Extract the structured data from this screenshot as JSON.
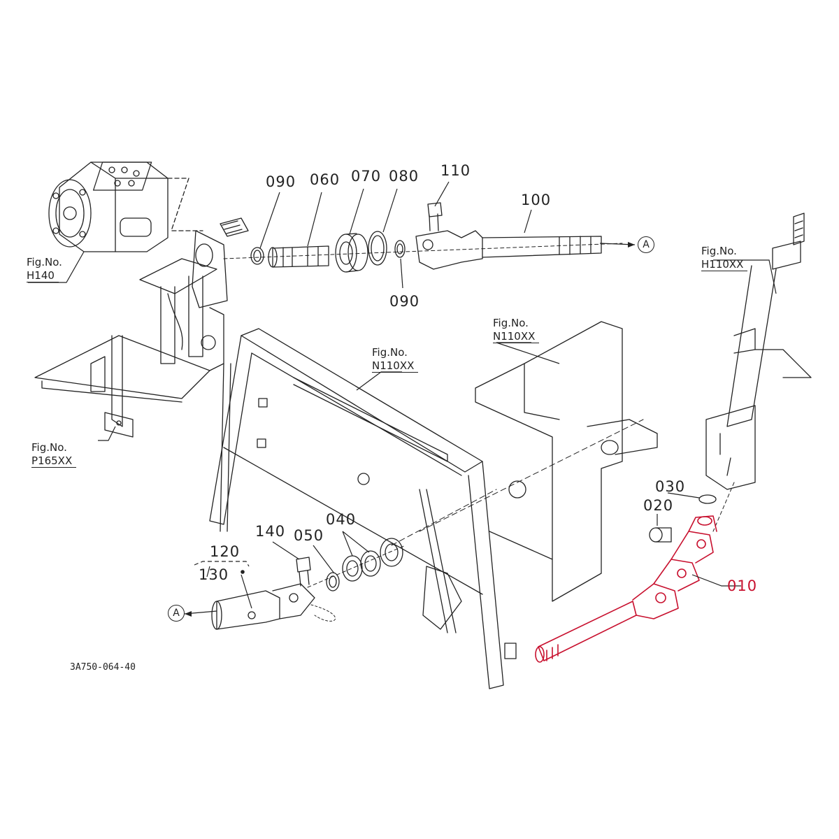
{
  "diagram": {
    "highlight_color": "#c8102e",
    "line_color": "#222222",
    "drawing_code": "3A750-064-40",
    "callouts": {
      "c090a": "090",
      "c060": "060",
      "c070": "070",
      "c080": "080",
      "c110": "110",
      "c100": "100",
      "c090b": "090",
      "c030": "030",
      "c020": "020",
      "c010": "010",
      "c140": "140",
      "c040": "040",
      "c050": "050",
      "c120": "120",
      "c130": "130"
    },
    "refs": {
      "h140": {
        "line1": "Fig.No.",
        "line2": "H140"
      },
      "p165": {
        "line1": "Fig.No.",
        "line2": "P165XX"
      },
      "n110a": {
        "line1": "Fig.No.",
        "line2": "N110XX"
      },
      "n110b": {
        "line1": "Fig.No.",
        "line2": "N110XX"
      },
      "h110": {
        "line1": "Fig.No.",
        "line2": "H110XX"
      }
    },
    "connector_label": "A"
  }
}
